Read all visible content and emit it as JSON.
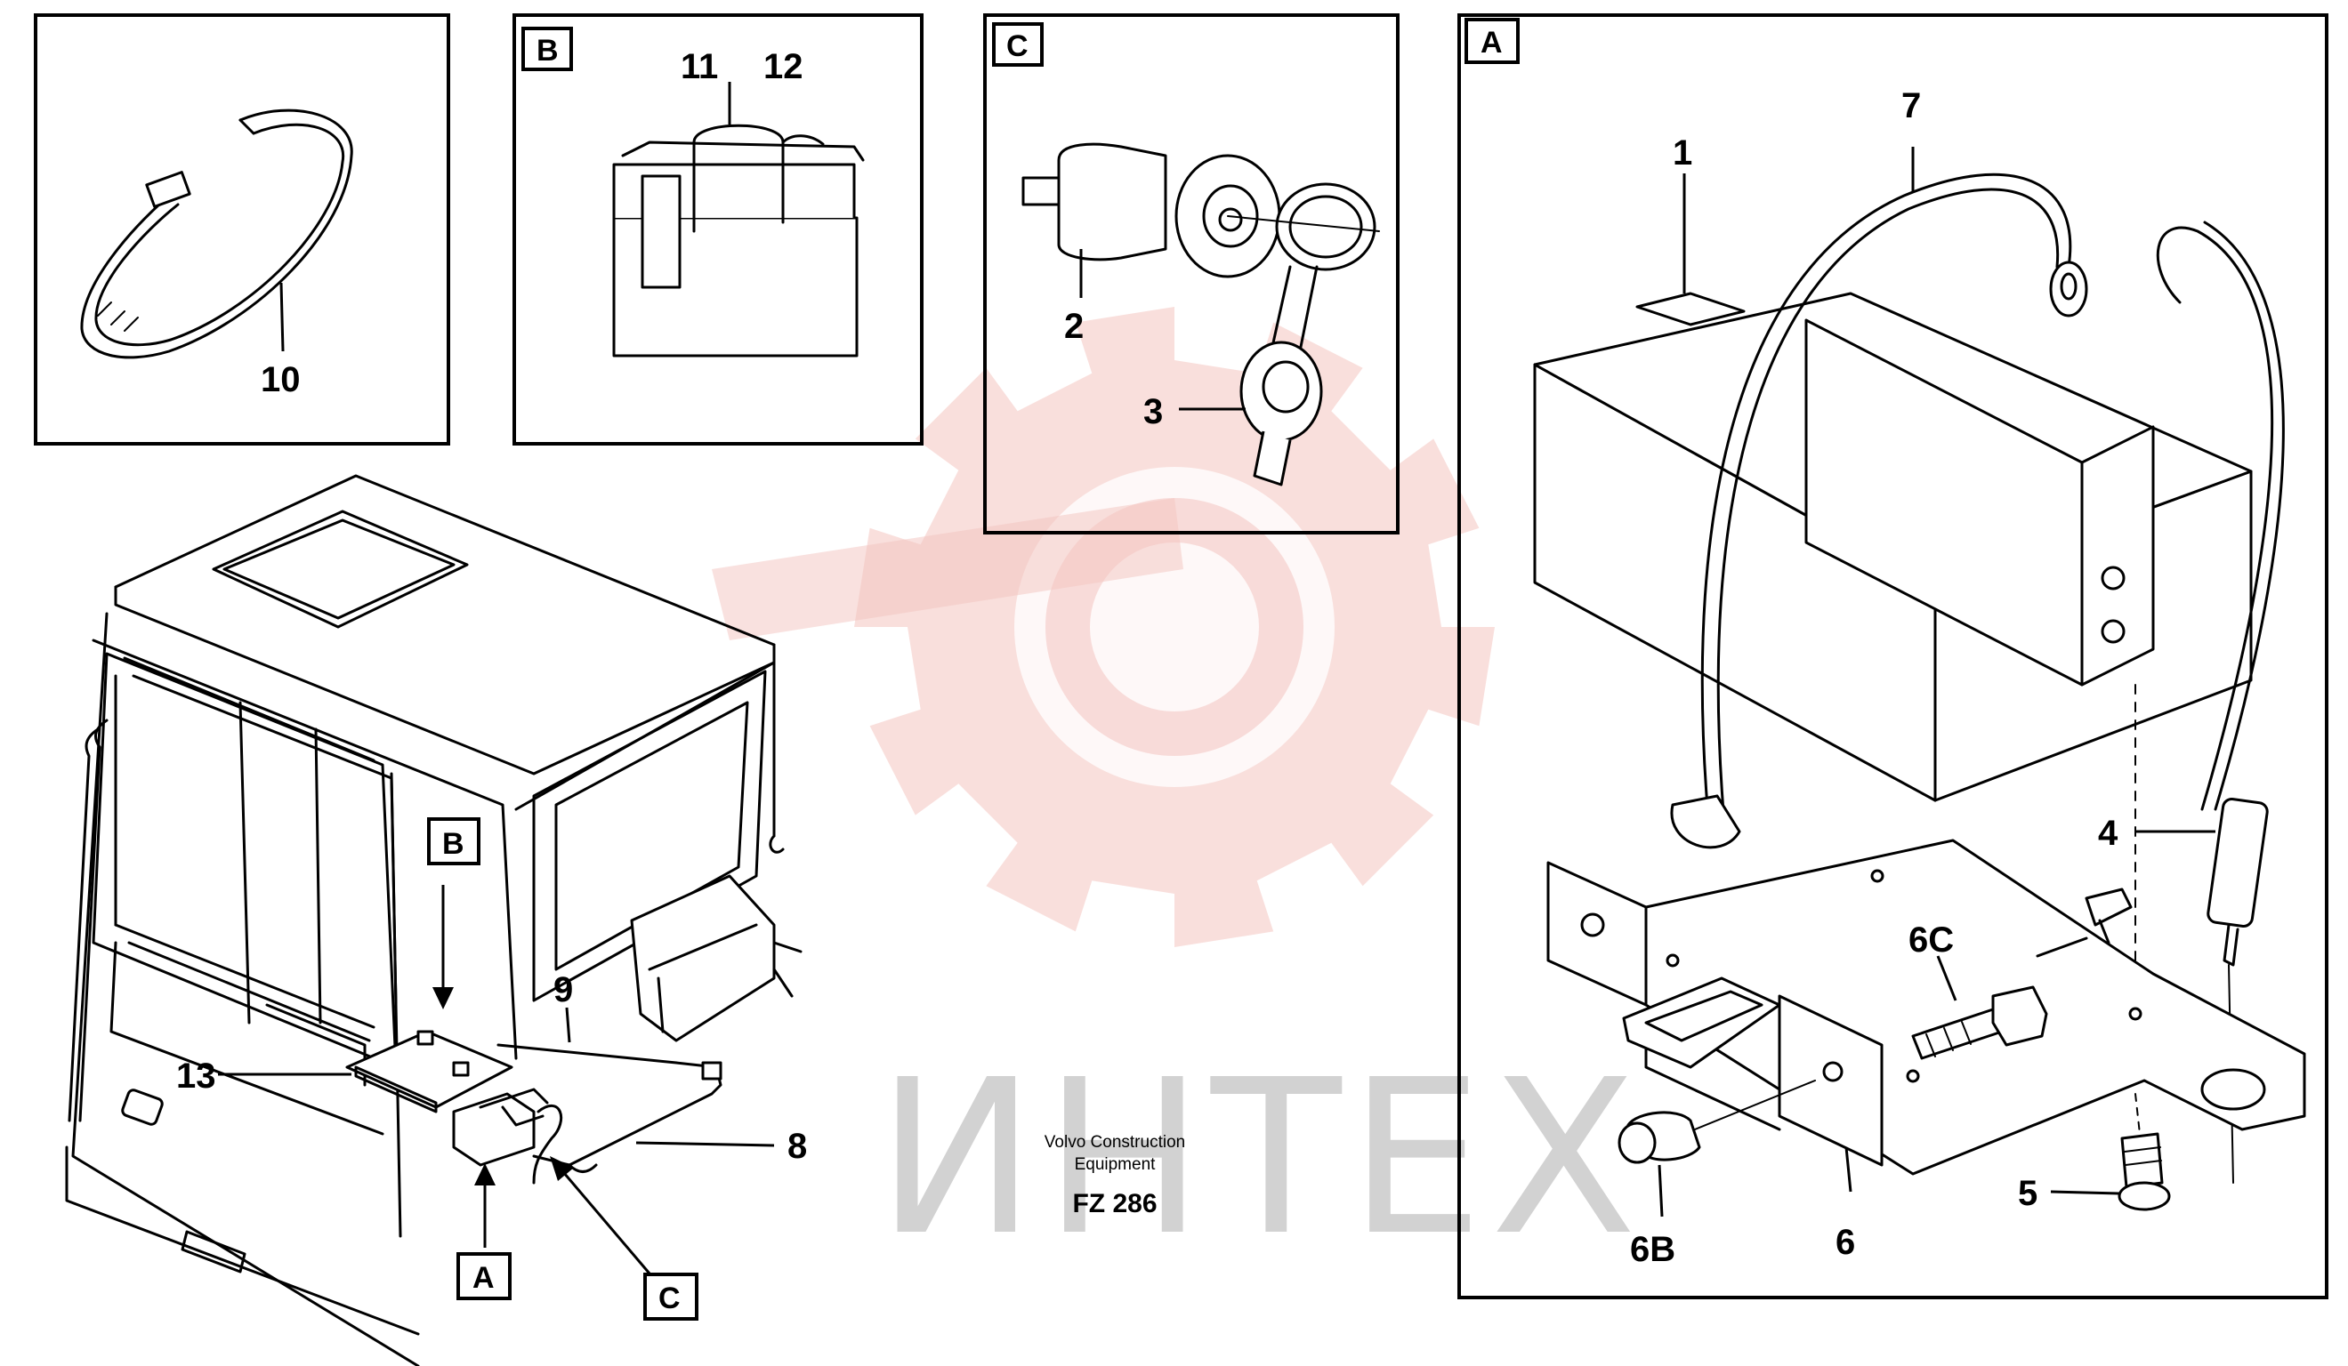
{
  "watermark": {
    "text": "ИНТЕХ",
    "gear_color": "#f2b9b4",
    "text_color": "#d2d2d2"
  },
  "caption": {
    "line1": "Volvo Construction",
    "line2": "Equipment",
    "code": "FZ 286"
  },
  "panels": {
    "clamp": {
      "labels": [
        "10"
      ]
    },
    "B": {
      "letter": "B",
      "labels": [
        "11",
        "12"
      ]
    },
    "C": {
      "letter": "C",
      "labels": [
        "2",
        "3"
      ]
    },
    "A": {
      "letter": "A",
      "labels": [
        "1",
        "7",
        "4",
        "6C",
        "5",
        "6B",
        "6"
      ]
    }
  },
  "cab": {
    "labels": [
      "9",
      "13",
      "8"
    ],
    "view_markers": [
      "B",
      "A",
      "C"
    ]
  }
}
